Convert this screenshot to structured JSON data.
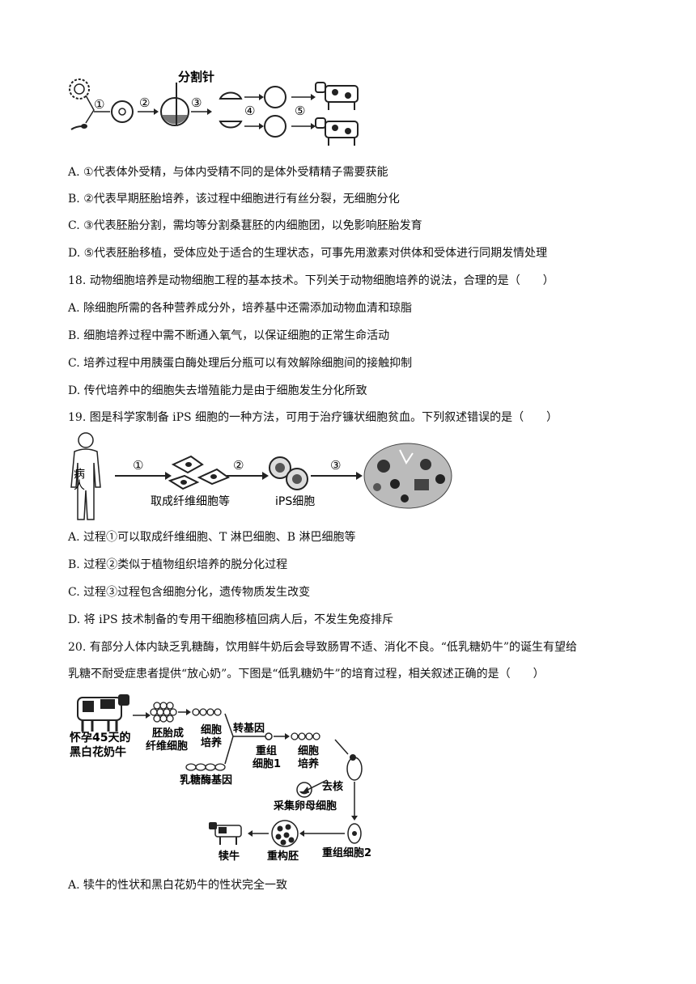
{
  "fig17": {
    "needle_label": "分割针",
    "steps": [
      "①",
      "②",
      "③",
      "④",
      "⑤"
    ]
  },
  "q17_options": [
    "A. ①代表体外受精，与体内受精不同的是体外受精精子需要获能",
    "B. ②代表早期胚胎培养，该过程中细胞进行有丝分裂，无细胞分化",
    "C. ③代表胚胎分割，需均等分割桑葚胚的内细胞团，以免影响胚胎发育",
    "D. ⑤代表胚胎移植，受体应处于适合的生理状态，可事先用激素对供体和受体进行同期发情处理"
  ],
  "q18": {
    "stem": "18. 动物细胞培养是动物细胞工程的基本技术。下列关于动物细胞培养的说法，合理的是（　　）",
    "options": [
      "A. 除细胞所需的各种营养成分外，培养基中还需添加动物血清和琼脂",
      "B. 细胞培养过程中需不断通入氧气，以保证细胞的正常生命活动",
      "C. 培养过程中用胰蛋白酶处理后分瓶可以有效解除细胞间的接触抑制",
      "D. 传代培养中的细胞失去增殖能力是由于细胞发生分化所致"
    ]
  },
  "q19": {
    "stem": "19. 图是科学家制备 iPS 细胞的一种方法，可用于治疗镰状细胞贫血。下列叙述错误的是（　　）",
    "figure": {
      "patient": "病人",
      "steps": [
        "①",
        "②",
        "③"
      ],
      "fibroblast_label": "取成纤维细胞等",
      "ips_label": "iPS细胞"
    },
    "options": [
      "A. 过程①可以取成纤维细胞、T 淋巴细胞、B 淋巴细胞等",
      "B. 过程②类似于植物组织培养的脱分化过程",
      "C. 过程③过程包含细胞分化，遗传物质发生改变",
      "D. 将 iPS 技术制备的专用干细胞移植回病人后，不发生免疫排斥"
    ]
  },
  "q20": {
    "stem_line1": "20. 有部分人体内缺乏乳糖酶，饮用鲜牛奶后会导致肠胃不适、消化不良。“低乳糖奶牛”的诞生有望给",
    "stem_line2": "乳糖不耐受症患者提供“放心奶”。下图是“低乳糖奶牛”的培育过程，相关叙述正确的是（　　）",
    "figure": {
      "cow_label_1": "怀孕45天的",
      "cow_label_2": "黑白花奶牛",
      "fibro_1": "胚胎成",
      "fibro_2": "纤维细胞",
      "culture_1": "细胞",
      "culture_2": "培养",
      "transgene": "转基因",
      "recomb1_1": "重组",
      "recomb1_2": "细胞1",
      "culture2_1": "细胞",
      "culture2_2": "培养",
      "lactase_gene": "乳糖酶基因",
      "enucleate": "去核",
      "oocyte": "采集卵母细胞",
      "recomb2": "重组细胞2",
      "embryo": "重构胚",
      "calf": "犊牛"
    },
    "options": [
      "A. 犊牛的性状和黑白花奶牛的性状完全一致"
    ]
  }
}
